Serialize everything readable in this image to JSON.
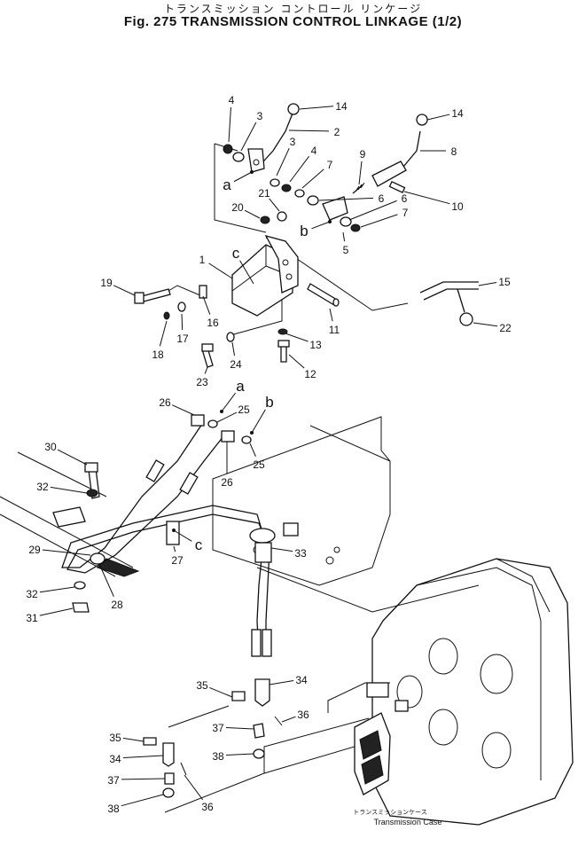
{
  "header": {
    "title_jp": "トランスミッション コントロール リンケージ",
    "title_en": "Fig. 275 TRANSMISSION CONTROL LINKAGE (1/2)"
  },
  "callouts": [
    "4",
    "3",
    "14",
    "2",
    "3",
    "4",
    "7",
    "9",
    "14",
    "8",
    "a",
    "21",
    "6",
    "10",
    "20",
    "6",
    "7",
    "b",
    "5",
    "c",
    "1",
    "15",
    "19",
    "16",
    "17",
    "18",
    "11",
    "13",
    "22",
    "24",
    "23",
    "12",
    "26",
    "a",
    "25",
    "b",
    "30",
    "25",
    "26",
    "32",
    "c",
    "27",
    "29",
    "33",
    "28",
    "32",
    "31",
    "34",
    "35",
    "36",
    "37",
    "35",
    "38",
    "34",
    "37",
    "36",
    "38"
  ],
  "case_label": {
    "jp": "トランスミッションケース",
    "en": "Transmission Case"
  }
}
